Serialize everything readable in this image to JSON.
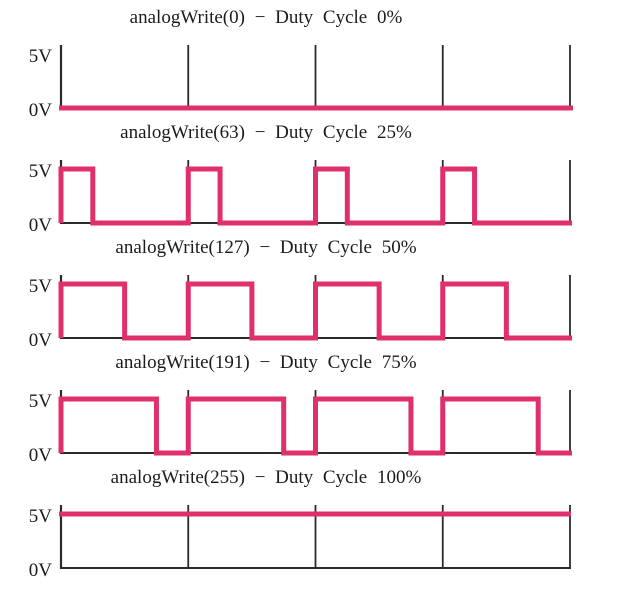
{
  "figure": {
    "colors": {
      "wave": "#e02f6d",
      "axis": "#2a2a2a",
      "text": "#1b1b1b"
    },
    "y_axis_labels": {
      "high": "5V",
      "low": "0V"
    }
  },
  "chart_data": {
    "type": "line",
    "subtype": "pwm-square-wave",
    "periods_shown": 4,
    "y_levels": [
      "0V",
      "5V"
    ],
    "ylim_volts": [
      0,
      5
    ],
    "grid": "period-dividers",
    "panels": [
      {
        "title": "analogWrite(0) − Duty Cycle 0%",
        "analog_value": 0,
        "duty_cycle_pct": 0
      },
      {
        "title": "analogWrite(63) − Duty Cycle 25%",
        "analog_value": 63,
        "duty_cycle_pct": 25
      },
      {
        "title": "analogWrite(127) − Duty Cycle 50%",
        "analog_value": 127,
        "duty_cycle_pct": 50
      },
      {
        "title": "analogWrite(191) − Duty Cycle 75%",
        "analog_value": 191,
        "duty_cycle_pct": 75
      },
      {
        "title": "analogWrite(255) − Duty Cycle 100%",
        "analog_value": 255,
        "duty_cycle_pct": 100
      }
    ]
  }
}
